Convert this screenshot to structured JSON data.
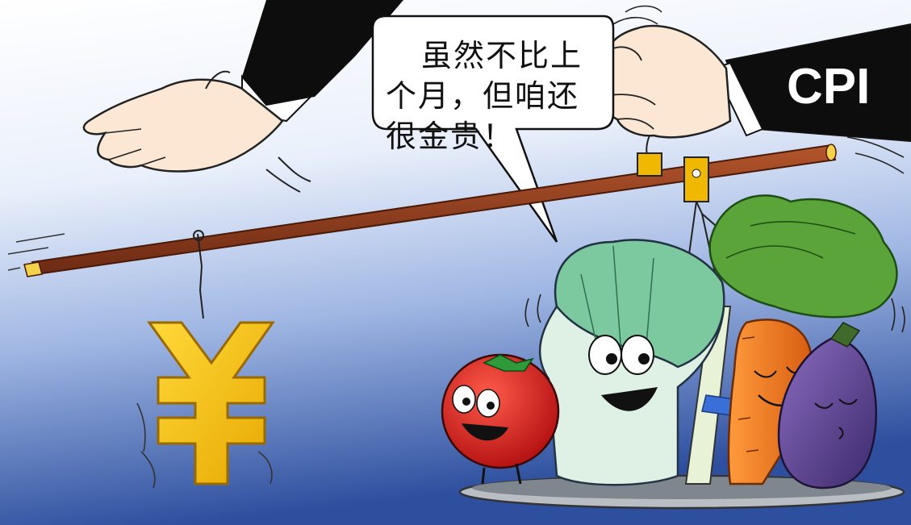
{
  "speech_bubble": {
    "line1": "虽然不比上",
    "line2": "个月，但咱还",
    "line3": "很金贵！"
  },
  "sleeve_label": "CPI",
  "yuan_symbol": "¥",
  "colors": {
    "background_light": "#ffffff",
    "background_dark": "#1e3a8a",
    "sleeve": "#0d0d0d",
    "hand_skin": "#fbe7d3",
    "rod": "#8b3a1d",
    "yuan_gold": "#f6c200",
    "tomato_red": "#d91e1e",
    "cabbage_green": "#7cc9a0",
    "carrot_orange": "#f07a1c",
    "eggplant_purple": "#5a3f86",
    "tray": "#9fa6ad"
  }
}
